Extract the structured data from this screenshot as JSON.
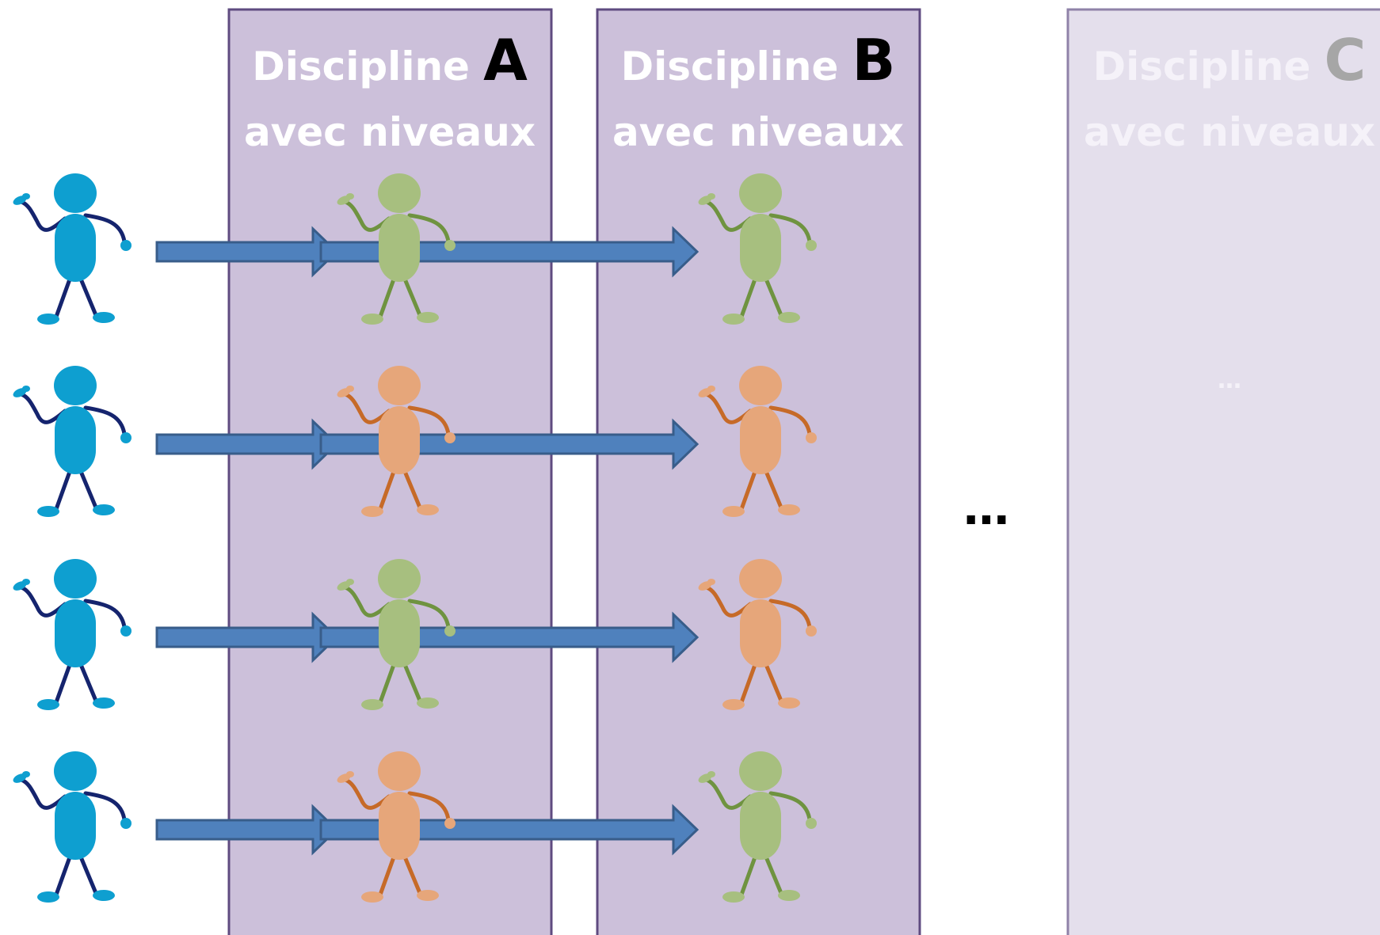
{
  "columns": [
    {
      "word": "Discipline",
      "letter": "A",
      "subtitle": "avec niveaux"
    },
    {
      "word": "Discipline",
      "letter": "B",
      "subtitle": "avec niveaux"
    },
    {
      "word": "Discipline",
      "letter": "C",
      "subtitle": "avec niveaux",
      "faded": true,
      "placeholder": "…"
    }
  ],
  "between_ellipsis": "…",
  "rows": [
    {
      "learner": "blue",
      "level_a": "green",
      "level_b": "green"
    },
    {
      "learner": "blue",
      "level_a": "orange",
      "level_b": "orange"
    },
    {
      "learner": "blue",
      "level_a": "green",
      "level_b": "orange"
    },
    {
      "learner": "blue",
      "level_a": "orange",
      "level_b": "green"
    }
  ],
  "colors": {
    "column_fill": "#ccc0da",
    "column_border": "#5f4b80",
    "column_faded_fill": "#e4dfec",
    "column_faded_border": "#8f82a8",
    "title_text": "#ffffff",
    "letter_text": "#000000",
    "faded_title_text": "#f5f2f9",
    "faded_letter_text": "#a6a6a6",
    "arrow_fill": "#4f81bd",
    "arrow_stroke": "#385d8a",
    "figure_blue": "#0e9fd0",
    "figure_blue_limb": "#15246e",
    "figure_green": "#a7bf7f",
    "figure_green_limb": "#6f9340",
    "figure_orange": "#e6a67a",
    "figure_orange_limb": "#c66a28"
  }
}
